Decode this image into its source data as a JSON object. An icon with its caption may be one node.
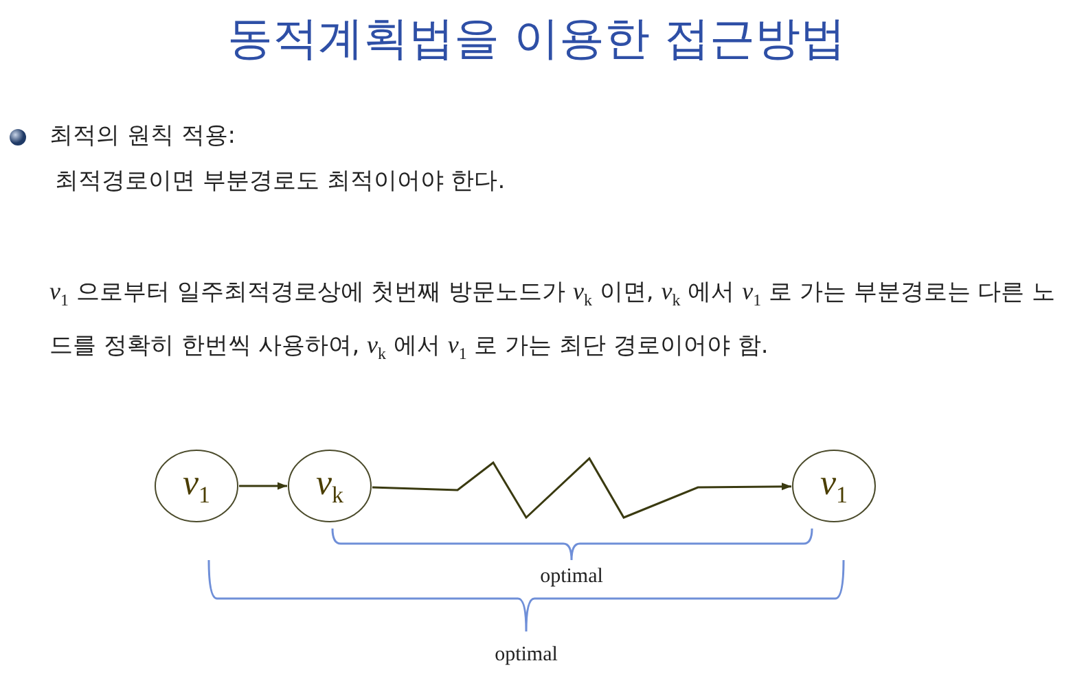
{
  "diagram": {
    "title": "동적계획법을 이용한 접근방법",
    "nodes": [
      {
        "text": [
          "*v*$_{1}$"
        ]
      },
      {
        "text": [
          "*v*$_{k}$"
        ]
      },
      {
        "text": [
          "*v*$_{1}$"
        ]
      }
    ],
    "edges": [
      {
        "from": 0,
        "to": 1,
        "arrow": "to"
      },
      {
        "from": 1,
        "to": 2,
        "arrow": "to"
      }
    ],
    "labels": [
      "최적의 원칙 적용:",
      "최적경로이면 부분경로도 최적이어야 한다.",
      "*v*$_{1}$ 으로부터 일주최적경로상에 첫번째 방문노드가 *v*$_{k}$ 이면, *v*$_{k}$ 에서 *v*$_{1}$ 로 가는 부분경로는 다른 노드를 정확히 한번씩 사용하여, *v*$_{k}$ 에서 *v*$_{1}$ 로 가는 최단 경로이어야 함.",
      "optimal",
      "optimal"
    ]
  }
}
